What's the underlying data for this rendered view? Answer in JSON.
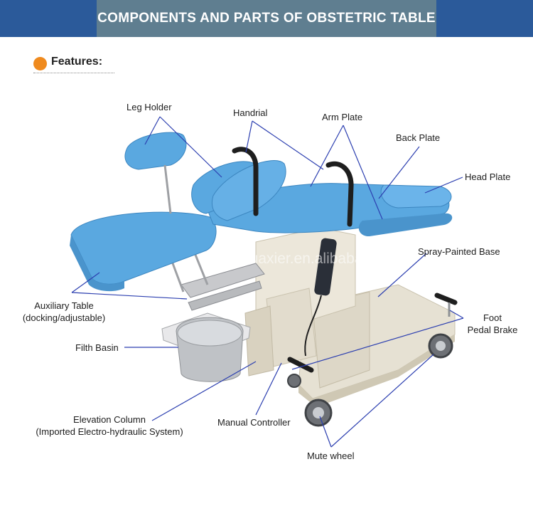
{
  "header": {
    "title": "COMPONENTS AND PARTS OF OBSTETRIC TABLE",
    "features_label": "Features:"
  },
  "watermark": "huaxier.en.alibaba.com",
  "colors": {
    "header_side": "#2b5a9a",
    "header_center": "#5f7e90",
    "bullet": "#ef8a1e",
    "leader_line": "#2c3fb0",
    "cushion": "#5aa8e0",
    "body": "#e9e4d6"
  },
  "labels": {
    "leg_holder": "Leg Holder",
    "handrial": "Handrial",
    "arm_plate": "Arm Plate",
    "back_plate": "Back Plate",
    "head_plate": "Head Plate",
    "spray_painted_base": "Spray-Painted Base",
    "foot_pedal_brake_line1": "Foot",
    "foot_pedal_brake_line2": "Pedal Brake",
    "auxiliary_table_line1": "Auxiliary Table",
    "auxiliary_table_line2": "(docking/adjustable)",
    "filth_basin": "Filth Basin",
    "elevation_column_line1": "Elevation Column",
    "elevation_column_line2": "(Imported Electro-hydraulic System)",
    "manual_controller": "Manual Controller",
    "mute_wheel": "Mute wheel"
  }
}
